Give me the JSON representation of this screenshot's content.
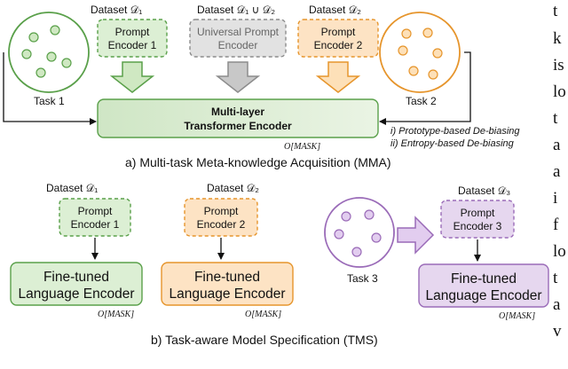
{
  "mma": {
    "caption": "a) Multi-task Meta-knowledge Acquisition (MMA)",
    "task1_label": "Task 1",
    "task2_label": "Task 2",
    "dataset1_label": "Dataset 𝒟₁",
    "dataset12_label": "Dataset 𝒟₁ ∪ 𝒟₂",
    "dataset2_label": "Dataset 𝒟₂",
    "prompt_encoder1": [
      "Prompt",
      "Encoder 1"
    ],
    "universal_encoder": [
      "Universal Prompt",
      "Encoder"
    ],
    "prompt_encoder2": [
      "Prompt",
      "Encoder 2"
    ],
    "transformer": [
      "Multi-layer",
      "Transformer Encoder"
    ],
    "output_label": "O[MASK]",
    "debias_1": "i) Prototype-based De-biasing",
    "debias_2": "ii) Entropy-based De-biasing"
  },
  "tms": {
    "caption": "b) Task-aware Model Specification (TMS)",
    "dataset1_label": "Dataset 𝒟₁",
    "dataset2_label": "Dataset 𝒟₂",
    "dataset3_label": "Dataset 𝒟₃",
    "prompt_encoder1": [
      "Prompt",
      "Encoder 1"
    ],
    "prompt_encoder2": [
      "Prompt",
      "Encoder 2"
    ],
    "prompt_encoder3": [
      "Prompt",
      "Encoder 3"
    ],
    "finetuned": [
      "Fine-tuned",
      "Language Encoder"
    ],
    "task3_label": "Task 3",
    "output_label": "O[MASK]"
  },
  "side_text_letters": [
    "t",
    "k",
    "is",
    "lo",
    "t",
    "a",
    "a",
    "i",
    "f",
    "lo",
    "t",
    "a",
    "v"
  ],
  "colors": {
    "green_fill": "#dcefd4",
    "green_stroke": "#5aa04a",
    "gray_fill": "#e2e2e2",
    "gray_stroke": "#8c8c8c",
    "orange_fill": "#fde3c4",
    "orange_stroke": "#e6952c",
    "purple_fill": "#e6d7ef",
    "purple_stroke": "#9a6bb8"
  }
}
